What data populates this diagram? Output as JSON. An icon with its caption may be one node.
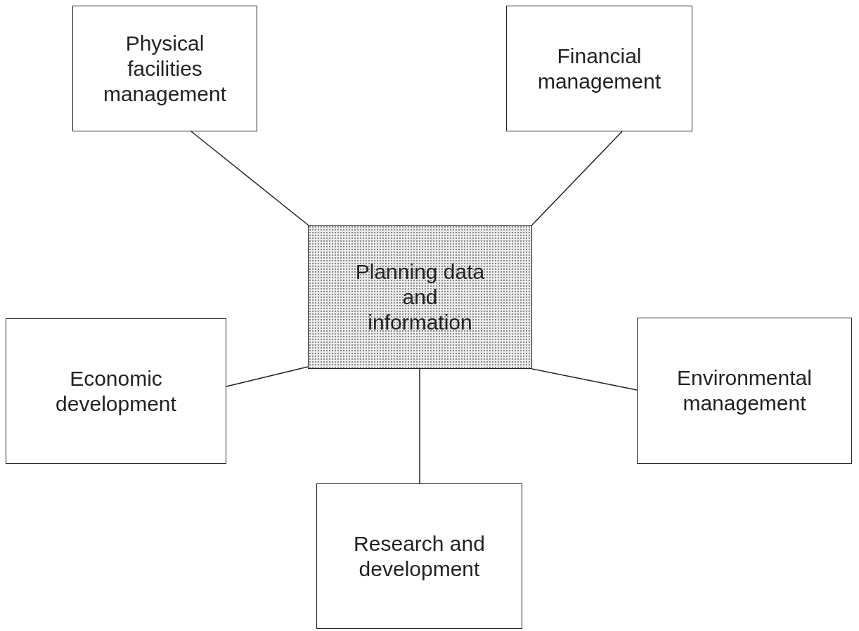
{
  "diagram": {
    "nodes": [
      {
        "text": [
          "Physical facilities management"
        ]
      },
      {
        "text": [
          "Financial management"
        ]
      },
      {
        "text": [
          "Planning data and information"
        ]
      },
      {
        "text": [
          "Economic development"
        ]
      },
      {
        "text": [
          "Environmental management"
        ]
      },
      {
        "text": [
          "Research and development"
        ]
      }
    ],
    "edges": [
      {
        "from": 2,
        "to": 0,
        "arrow": "none"
      },
      {
        "from": 2,
        "to": 1,
        "arrow": "none"
      },
      {
        "from": 2,
        "to": 3,
        "arrow": "none"
      },
      {
        "from": 2,
        "to": 4,
        "arrow": "none"
      },
      {
        "from": 2,
        "to": 5,
        "arrow": "none"
      }
    ]
  }
}
